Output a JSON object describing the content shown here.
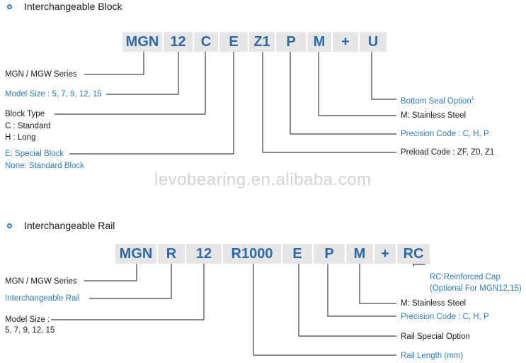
{
  "block": {
    "title": "Interchangeable Block",
    "codes": [
      "MGN",
      "12",
      "C",
      "E",
      "Z1",
      "P",
      "M",
      "+",
      "U"
    ],
    "left_labels": {
      "series": "MGN / MGW Series",
      "size": "Model Size : 5, 7, 9, 12, 15",
      "type_title": "Block Type",
      "type_c": "C : Standard",
      "type_h": "H : Long",
      "special": "E: Special Block",
      "none": "None: Standard Block"
    },
    "right_labels": {
      "seal": "Bottom Seal Option",
      "seal_sup": "1",
      "steel": "M: Stainless Steel",
      "precision": "Precision Code : C, H, P",
      "preload": "Preload Code : ZF, Z0, Z1"
    }
  },
  "watermark": "levobearing.en.alibaba.com",
  "rail": {
    "title": "Interchangeable Rail",
    "codes": [
      "MGN",
      "R",
      "12",
      "R1000",
      "E",
      "P",
      "M",
      "+",
      "RC"
    ],
    "left_labels": {
      "series": "MGN / MGW Series",
      "rail": "Interchangeable Rail",
      "size_title": "Model Size :",
      "size_values": "5, 7, 9, 12, 15"
    },
    "right_labels": {
      "rc1": "RC:Reinforced Cap",
      "rc2": "(Optional For MGN12,15)",
      "steel": "M: Stainless Steel",
      "precision": "Precision Code : C, H, P",
      "special": "Rail Special Option",
      "length": "Rail Length (mm)"
    }
  },
  "colors": {
    "accent": "#2a7dc0",
    "code_text": "#2a6aa8",
    "box_bg": "#e6e6e6"
  }
}
